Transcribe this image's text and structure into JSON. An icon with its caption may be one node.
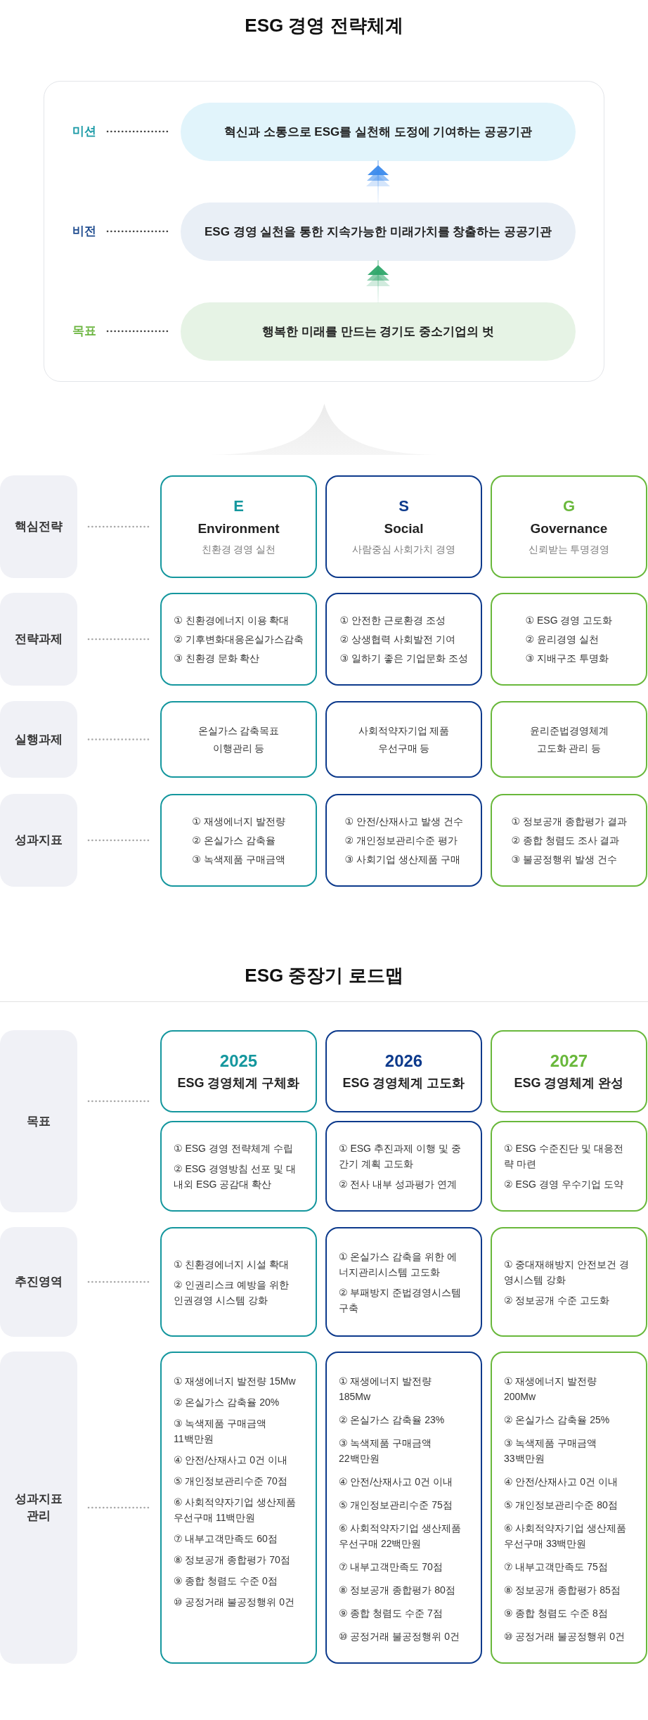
{
  "diagram": {
    "title": "ESG 경영 전략체계",
    "nodes": [
      {
        "text": [],
        "shape": "box"
      },
      {
        "text": [
          "미션"
        ],
        "in": 0
      },
      {
        "text": [
          "혁신과 소통으로 ESG를 실천해 도정에 기여하는 공공기관"
        ],
        "in": 0
      },
      {
        "text": [
          "비전"
        ],
        "in": 0
      },
      {
        "text": [
          "ESG 경영 실천을 통한 지속가능한 미래가치를 창출하는 공공기관"
        ],
        "in": 0
      },
      {
        "text": [
          "목표"
        ],
        "in": 0
      },
      {
        "text": [
          "행복한 미래를 만드는 경기도 중소기업의 벗"
        ],
        "in": 0
      },
      {
        "text": [],
        "shape": "triangle"
      },
      {
        "text": [
          "핵심전략"
        ]
      },
      {
        "text": [
          "E",
          "Environment",
          "친환경 경영 실천"
        ]
      },
      {
        "text": [
          "S",
          "Social",
          "사람중심 사회가치 경영"
        ]
      },
      {
        "text": [
          "G",
          "Governance",
          "신뢰받는 투명경영"
        ]
      },
      {
        "text": [
          "전략과제"
        ]
      },
      {
        "text": [
          "① 친환경에너지 이용 확대",
          "② 기후변화대응온실가스감축",
          "③ 친환경 문화 확산"
        ]
      },
      {
        "text": [
          "① 안전한 근로환경 조성",
          "② 상생협력 사회발전 기여",
          "③ 일하기 좋은 기업문화 조성"
        ]
      },
      {
        "text": [
          "① ESG 경영 고도화",
          "② 윤리경영 실천",
          "③ 지배구조 투명화"
        ]
      },
      {
        "text": [
          "실행과제"
        ]
      },
      {
        "text": [
          "온실가스 감축목표 이행관리 등"
        ]
      },
      {
        "text": [
          "사회적약자기업 제품 우선구매 등"
        ]
      },
      {
        "text": [
          "윤리준법경영체계 고도화 관리 등"
        ]
      },
      {
        "text": [
          "성과지표"
        ]
      },
      {
        "text": [
          "① 재생에너지 발전량",
          "② 온실가스 감축율",
          "③ 녹색제품 구매금액"
        ]
      },
      {
        "text": [
          "① 안전/산재사고 발생 건수",
          "② 개인정보관리수준 평가",
          "③ 사회기업 생산제품 구매"
        ]
      },
      {
        "text": [
          "① 정보공개 종합평가 결과",
          "② 종합 청렴도 조사 결과",
          "③ 불공정행위 발생 건수"
        ]
      },
      {
        "text": [
          "목표"
        ]
      },
      {
        "text": [
          "2025",
          "ESG 경영체계 구체화"
        ]
      },
      {
        "text": [
          "2026",
          "ESG 경영체계 고도화"
        ]
      },
      {
        "text": [
          "2027",
          "ESG 경영체계 완성"
        ]
      },
      {
        "text": [
          "① ESG 경영 전략체계 수립",
          "② ESG 경영방침 선포 및 대내외 ESG 공감대 확산"
        ]
      },
      {
        "text": [
          "① ESG 추진과제 이행 및 중간기 계획 고도화",
          "② 전사 내부 성과평가 연계"
        ]
      },
      {
        "text": [
          "① ESG 수준진단 및 대응전략 마련",
          "② ESG 경영 우수기업 도약"
        ]
      },
      {
        "text": [
          "추진영역"
        ]
      },
      {
        "text": [
          "① 친환경에너지 시설 확대",
          "② 인권리스크 예방을 위한 인권경영 시스템 강화"
        ]
      },
      {
        "text": [
          "① 온실가스 감축을 위한 에너지관리시스템 고도화",
          "② 부패방지 준법경영시스템 구축"
        ]
      },
      {
        "text": [
          "① 중대재해방지 안전보건 경영시스템 강화",
          "② 정보공개 수준 고도화"
        ]
      },
      {
        "text": [
          "성과지표 관리"
        ]
      },
      {
        "text": [
          "① 재생에너지 발전량 15Mw",
          "② 온실가스 감축율 20%",
          "③ 녹색제품 구매금액 11백만원",
          "④ 안전/산재사고 0건 이내",
          "⑤ 개인정보관리수준 70점",
          "⑥ 사회적약자기업 생산제품 우선구매 11백만원",
          "⑦ 내부고객만족도 60점",
          "⑧ 정보공개 종합평가 70점",
          "⑨ 종합 청렴도 수준 0점",
          "⑩ 공정거래 불공정행위 0건"
        ]
      },
      {
        "text": [
          "① 재생에너지 발전량 185Mw",
          "② 온실가스 감축율 23%",
          "③ 녹색제품 구매금액 22백만원",
          "④ 안전/산재사고 0건 이내",
          "⑤ 개인정보관리수준 75점",
          "⑥ 사회적약자기업 생산제품 우선구매 22백만원",
          "⑦ 내부고객만족도 70점",
          "⑧ 정보공개 종합평가 80점",
          "⑨ 종합 청렴도 수준 7점",
          "⑩ 공정거래 불공정행위 0건"
        ]
      },
      {
        "text": [
          "① 재생에너지 발전량 200Mw",
          "② 온실가스 감축율 25%",
          "③ 녹색제품 구매금액 33백만원",
          "④ 안전/산재사고 0건 이내",
          "⑤ 개인정보관리수준 80점",
          "⑥ 사회적약자기업 생산제품 우선구매 33백만원",
          "⑦ 내부고객만족도 75점",
          "⑧ 정보공개 종합평가 85점",
          "⑨ 종합 청렴도 수준 8점",
          "⑩ 공정거래 불공정행위 0건"
        ]
      }
    ],
    "edges": [
      {
        "from": 1,
        "to": 2,
        "arrow": "none",
        "style": "dashed",
        "color": "#444444"
      },
      {
        "from": 3,
        "to": 4,
        "arrow": "none",
        "style": "dashed",
        "color": "#444444"
      },
      {
        "from": 5,
        "to": 6,
        "arrow": "none",
        "style": "dashed",
        "color": "#444444"
      },
      {
        "from": 4,
        "to": 2,
        "arrow": "to",
        "color": "#3b8aec"
      },
      {
        "from": 6,
        "to": 4,
        "arrow": "to",
        "color": "#2ea66a"
      },
      {
        "from": 8,
        "to": 9,
        "arrow": "none",
        "style": "dashed"
      },
      {
        "from": 12,
        "to": 13,
        "arrow": "none",
        "style": "dashed"
      },
      {
        "from": 16,
        "to": 17,
        "arrow": "none",
        "style": "dashed"
      },
      {
        "from": 20,
        "to": 21,
        "arrow": "none",
        "style": "dashed"
      },
      {
        "from": 24,
        "to": 25,
        "arrow": "none",
        "style": "dashed"
      },
      {
        "from": 31,
        "to": 32,
        "arrow": "none",
        "style": "dashed"
      },
      {
        "from": 35,
        "to": 36,
        "arrow": "none",
        "style": "dashed"
      }
    ],
    "labels": [
      "ESG 중장기 로드맵"
    ]
  }
}
